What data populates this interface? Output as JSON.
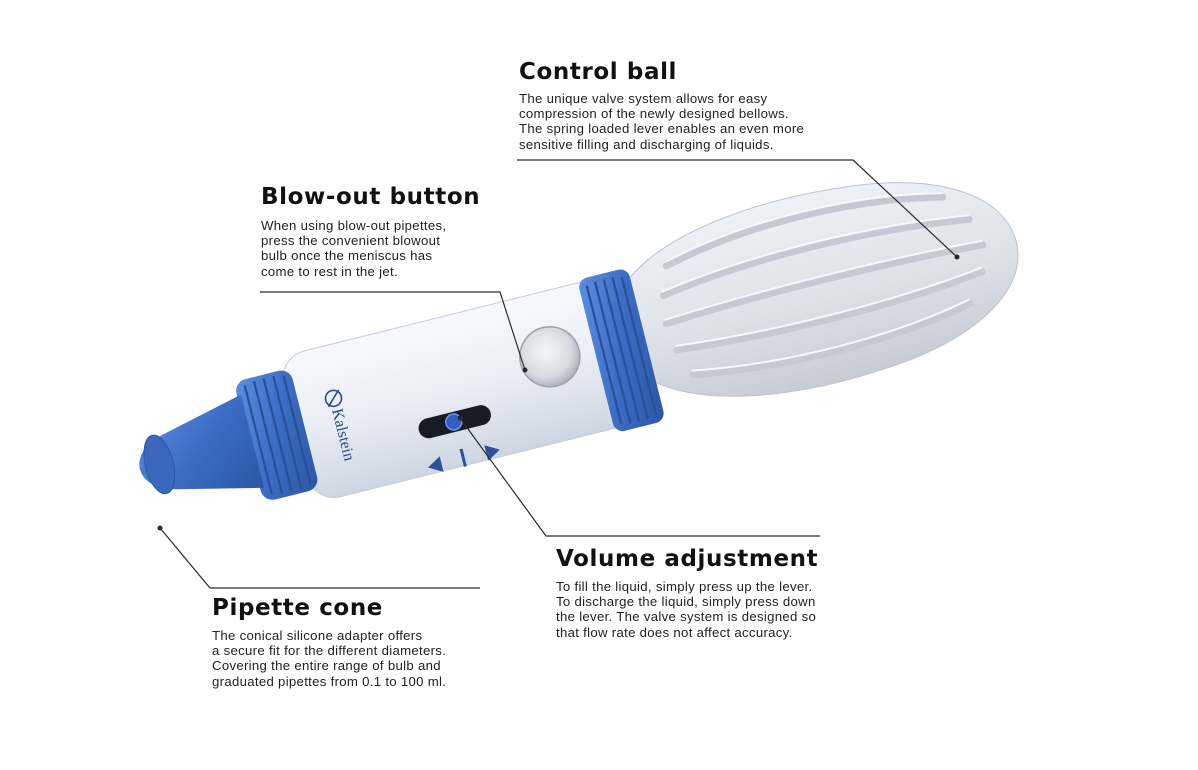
{
  "brand": "Kalstein",
  "callouts": {
    "control_ball": {
      "title": "Control ball",
      "lines": [
        "The unique valve system allows for easy",
        "compression of the newly designed bellows.",
        "The spring loaded lever enables an even more",
        "sensitive filling and discharging of liquids."
      ]
    },
    "blow_out": {
      "title": "Blow-out button",
      "lines": [
        "When using blow-out pipettes,",
        "press the convenient blowout",
        "bulb once the meniscus has",
        "come to rest in the jet."
      ]
    },
    "volume": {
      "title": "Volume adjustment",
      "lines": [
        "To fill the liquid, simply press up the lever.",
        "To discharge the liquid, simply press down",
        "the lever. The valve system is designed so",
        "that flow rate does not affect accuracy."
      ]
    },
    "pipette_cone": {
      "title": "Pipette cone",
      "lines": [
        "The conical silicone adapter offers",
        "a secure fit for the different diameters.",
        "Covering the entire range of bulb and",
        "graduated pipettes from 0.1 to 100 ml."
      ]
    }
  },
  "colors": {
    "blue": "#3f73c8",
    "body": "#eef2f7",
    "bellows": "#dfe4ea",
    "leader": "#2a2a2a"
  }
}
